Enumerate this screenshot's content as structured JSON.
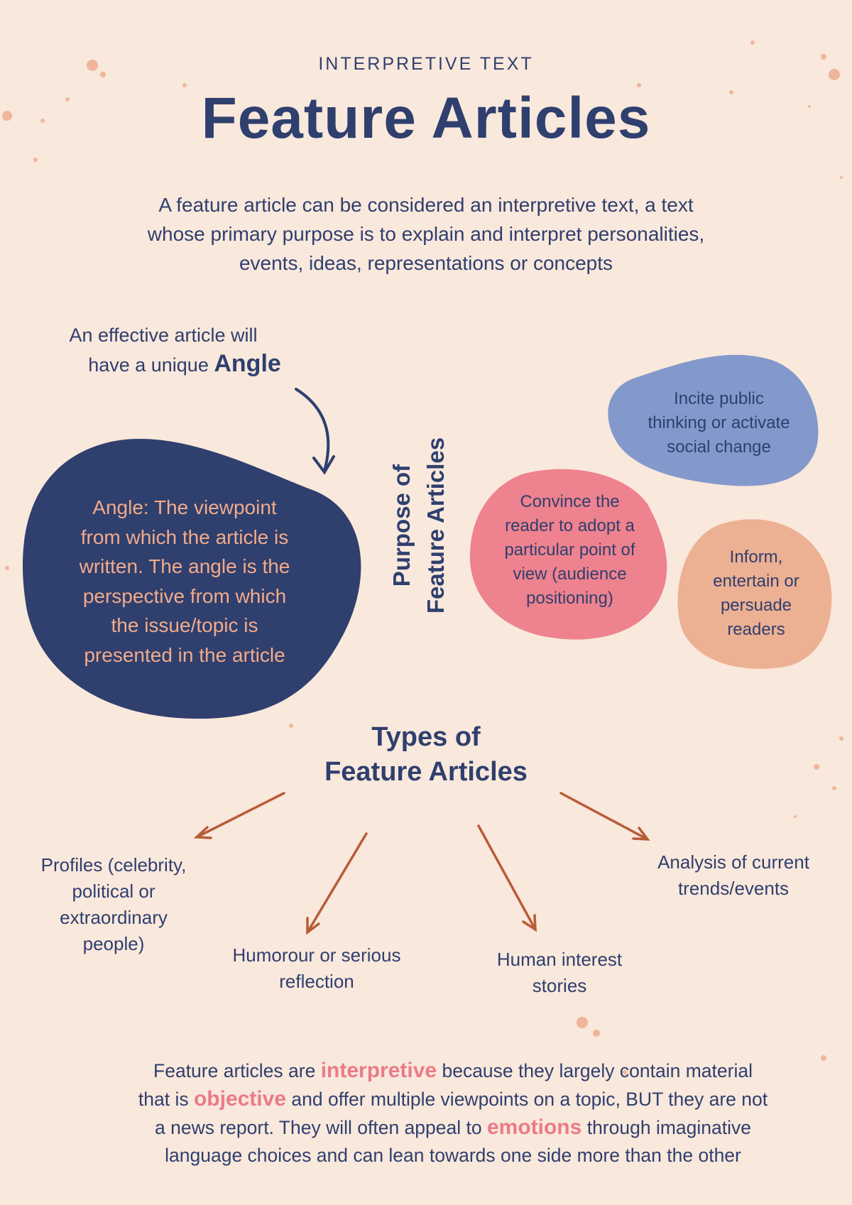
{
  "header": {
    "kicker": "INTERPRETIVE TEXT",
    "title": "Feature Articles"
  },
  "intro": {
    "lines": [
      "A feature article can be considered an interpretive text, a text",
      "whose primary purpose is to explain and interpret personalities,",
      "events, ideas, representations or concepts"
    ]
  },
  "angle": {
    "intro_line1": "An effective article will",
    "intro_line2": "have a unique",
    "intro_emphasis": "Angle",
    "definition_lines": [
      "Angle: The viewpoint",
      "from which the article is",
      "written. The angle is the",
      "perspective from which",
      "the issue/topic is",
      "presented in the article"
    ]
  },
  "purpose": {
    "heading_line1": "Purpose of",
    "heading_line2": "Feature Articles",
    "items": [
      {
        "lines": [
          "Incite public",
          "thinking or activate",
          "social change"
        ],
        "color": "#8399cc"
      },
      {
        "lines": [
          "Convince the",
          "reader to adopt a",
          "particular point of",
          "view (audience",
          "positioning)"
        ],
        "color": "#ee828e"
      },
      {
        "lines": [
          "Inform,",
          "entertain or",
          "persuade",
          "readers"
        ],
        "color": "#ecb092"
      }
    ]
  },
  "types": {
    "heading_line1": "Types of",
    "heading_line2": "Feature Articles",
    "items": [
      {
        "lines": [
          "Profiles (celebrity,",
          "political or",
          "extraordinary",
          "people)"
        ]
      },
      {
        "lines": [
          "Humorour or serious",
          "reflection"
        ]
      },
      {
        "lines": [
          "Human interest",
          "stories"
        ]
      },
      {
        "lines": [
          "Analysis of current",
          "trends/events"
        ]
      }
    ]
  },
  "footer": {
    "l1a": "Feature articles are",
    "l1hl": "interpretive",
    "l1b": "because they largely contain material",
    "l2a": "that is",
    "l2hl": "objective",
    "l2b": "and offer multiple viewpoints on a topic, BUT they are not",
    "l3a": "a news report. They will often appeal to",
    "l3hl": "emotions",
    "l3b": "through imaginative",
    "l4": "language choices and can lean towards one side more than the other"
  },
  "colors": {
    "background": "#f9e8dc",
    "navy": "#2f3f6e",
    "peach_text": "#f2ab8a",
    "highlight": "#ea7a8a",
    "arrow": "#b85c38",
    "splatter": "#f0b69a"
  }
}
